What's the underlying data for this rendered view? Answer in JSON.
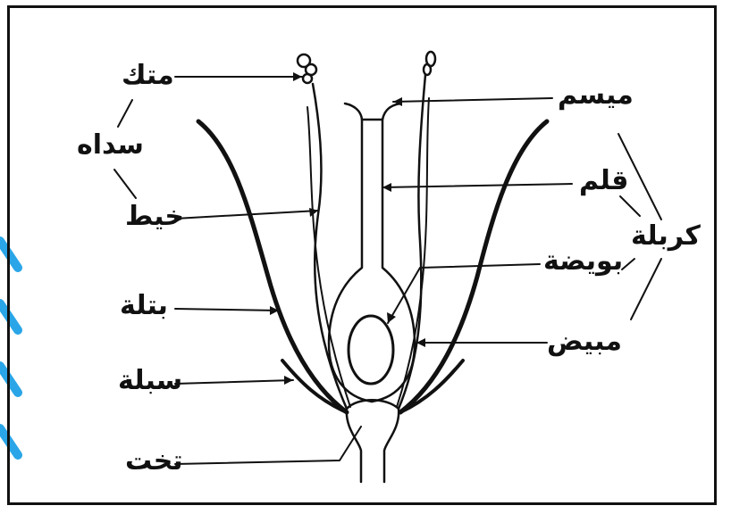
{
  "labels": {
    "anther": "متك",
    "stamen": "سداه",
    "filament": "خيط",
    "petal": "بتلة",
    "sepal": "سبلة",
    "receptacle": "تخت",
    "stigma": "ميسم",
    "style": "قلم",
    "carpel": "كربلة",
    "ovule": "بويضة",
    "ovary": "مبيض"
  },
  "colors": {
    "line": "#111111",
    "frame": "#111111",
    "edge_accent": "#2aa6e8"
  }
}
